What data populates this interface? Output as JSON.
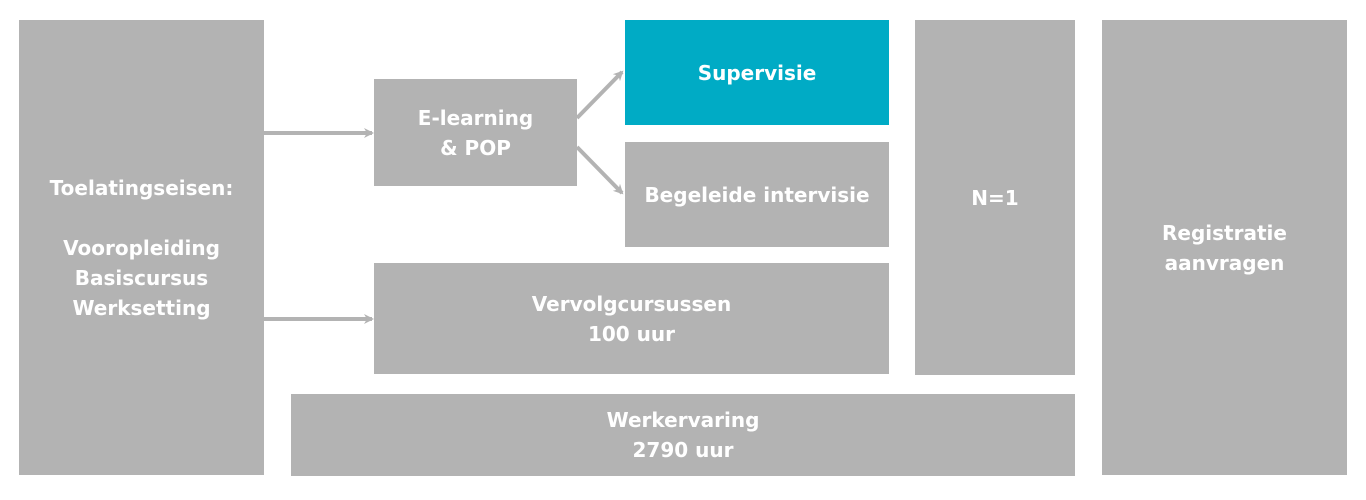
{
  "colors": {
    "box": "#b3b3b3",
    "highlight": "#00abc5",
    "arrow": "#b3b3b3"
  },
  "boxes": {
    "toelating": {
      "title": "Toelatingseisen:",
      "lines": [
        "Vooropleiding",
        "Basiscursus",
        "Werksetting"
      ]
    },
    "elearning": {
      "lines": [
        "E-learning",
        "& POP"
      ]
    },
    "supervisie": {
      "lines": [
        "Supervisie"
      ]
    },
    "intervisie": {
      "lines": [
        "Begeleide intervisie"
      ]
    },
    "n1": {
      "lines": [
        "N=1"
      ]
    },
    "registratie": {
      "lines": [
        "Registratie",
        "aanvragen"
      ]
    },
    "vervolg": {
      "lines": [
        "Vervolgcursussen",
        "100 uur"
      ]
    },
    "werkervaring": {
      "lines": [
        "Werkervaring",
        "2790 uur"
      ]
    }
  }
}
